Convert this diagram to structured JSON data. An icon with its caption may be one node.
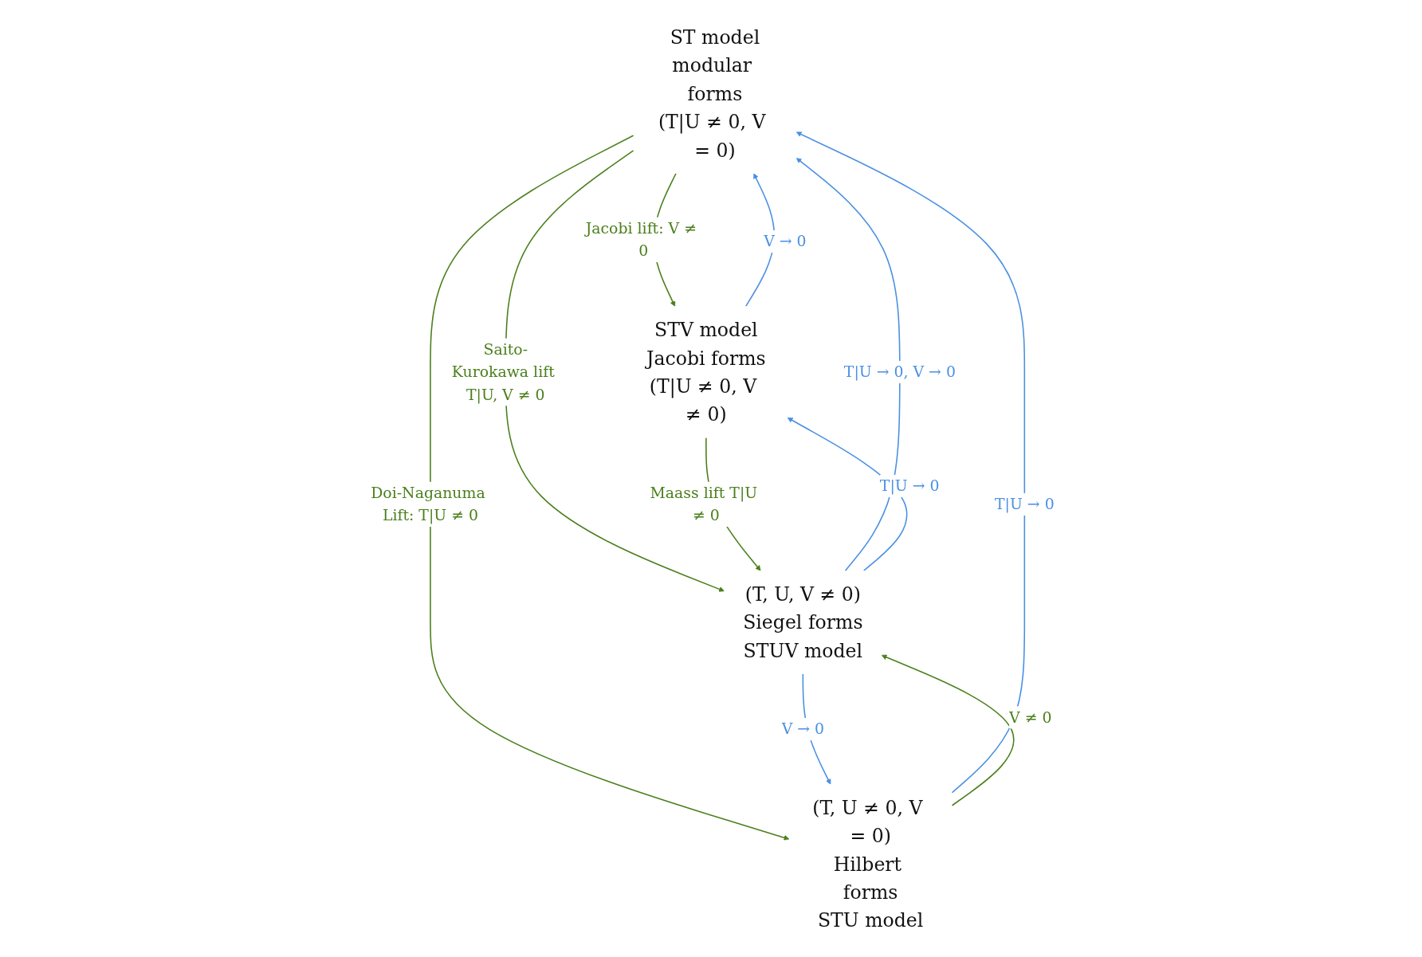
{
  "diagram": {
    "nodes": [
      {
        "text": [
          "ST model",
          "modular forms",
          "(T|U ≠ 0, V = 0)"
        ]
      },
      {
        "text": [
          "STV model",
          "Jacobi forms",
          "(T|U ≠ 0, V ≠ 0)"
        ]
      },
      {
        "text": [
          "(T, U ≠ 0, V = 0)",
          "Hilbert forms",
          "STU model"
        ]
      },
      {
        "text": [
          "(T, U, V ≠ 0)",
          "Siegel forms",
          "STUV model"
        ]
      }
    ],
    "edges": [
      {
        "from": 0,
        "to": 1,
        "arrow": "to",
        "label": "Jacobi lift: V ≠ 0",
        "color": "#4b7f1c"
      },
      {
        "from": 1,
        "to": 0,
        "arrow": "to",
        "label": "V → 0",
        "color": "#4a90e2"
      },
      {
        "from": 0,
        "to": 2,
        "arrow": "to",
        "label": "Doi-Naganuma Lift: T|U ≠ 0",
        "color": "#4b7f1c"
      },
      {
        "from": 2,
        "to": 0,
        "arrow": "to",
        "label": "T|U → 0",
        "color": "#4a90e2"
      },
      {
        "from": 0,
        "to": 3,
        "arrow": "to",
        "label": "Saito-Kurokawa lift T|U, V ≠ 0",
        "color": "#4b7f1c"
      },
      {
        "from": 3,
        "to": 0,
        "arrow": "to",
        "label": "T|U → 0, V → 0",
        "color": "#4a90e2"
      },
      {
        "from": 1,
        "to": 3,
        "arrow": "to",
        "label": "Maass lift T|U ≠ 0",
        "color": "#4b7f1c"
      },
      {
        "from": 3,
        "to": 1,
        "arrow": "to",
        "label": "T|U → 0",
        "color": "#4a90e2"
      },
      {
        "from": 2,
        "to": 3,
        "arrow": "to",
        "label": "V ≠ 0",
        "color": "#4b7f1c"
      },
      {
        "from": 3,
        "to": 2,
        "arrow": "to",
        "label": "V → 0",
        "color": "#4a90e2"
      }
    ]
  }
}
